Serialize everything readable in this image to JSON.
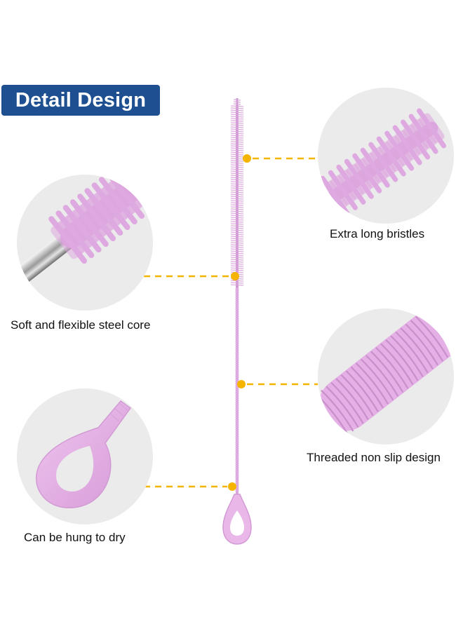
{
  "header": {
    "title": "Detail Design"
  },
  "colors": {
    "title_bg": "#1d4f91",
    "brush_pink": "#e7b3e6",
    "bristle_pink": "#dba6dd",
    "callout_yellow": "#f4b400",
    "circle_gray": "#ebebeb"
  },
  "features": [
    {
      "label": "Extra long bristles",
      "icon": "bristles-closeup"
    },
    {
      "label": "Soft and flexible steel core",
      "icon": "steel-core-closeup"
    },
    {
      "label": "Threaded non slip design",
      "icon": "threaded-handle-closeup"
    },
    {
      "label": "Can be hung to dry",
      "icon": "hanging-loop-closeup"
    }
  ]
}
